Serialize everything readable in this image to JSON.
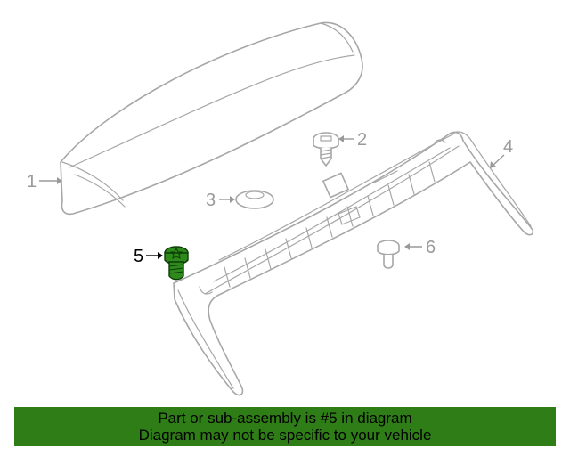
{
  "diagram": {
    "callouts": [
      {
        "id": "1",
        "label": "1"
      },
      {
        "id": "2",
        "label": "2"
      },
      {
        "id": "3",
        "label": "3"
      },
      {
        "id": "4",
        "label": "4"
      },
      {
        "id": "5",
        "label": "5",
        "highlighted": true
      },
      {
        "id": "6",
        "label": "6"
      }
    ],
    "line_color": "#a7a7a7",
    "highlight_part_color": "#2f8a1c"
  },
  "banner": {
    "line1": "Part or sub-assembly is #5 in diagram",
    "line2": "Diagram may not be specific to your vehicle",
    "background": "#2e7d17"
  }
}
